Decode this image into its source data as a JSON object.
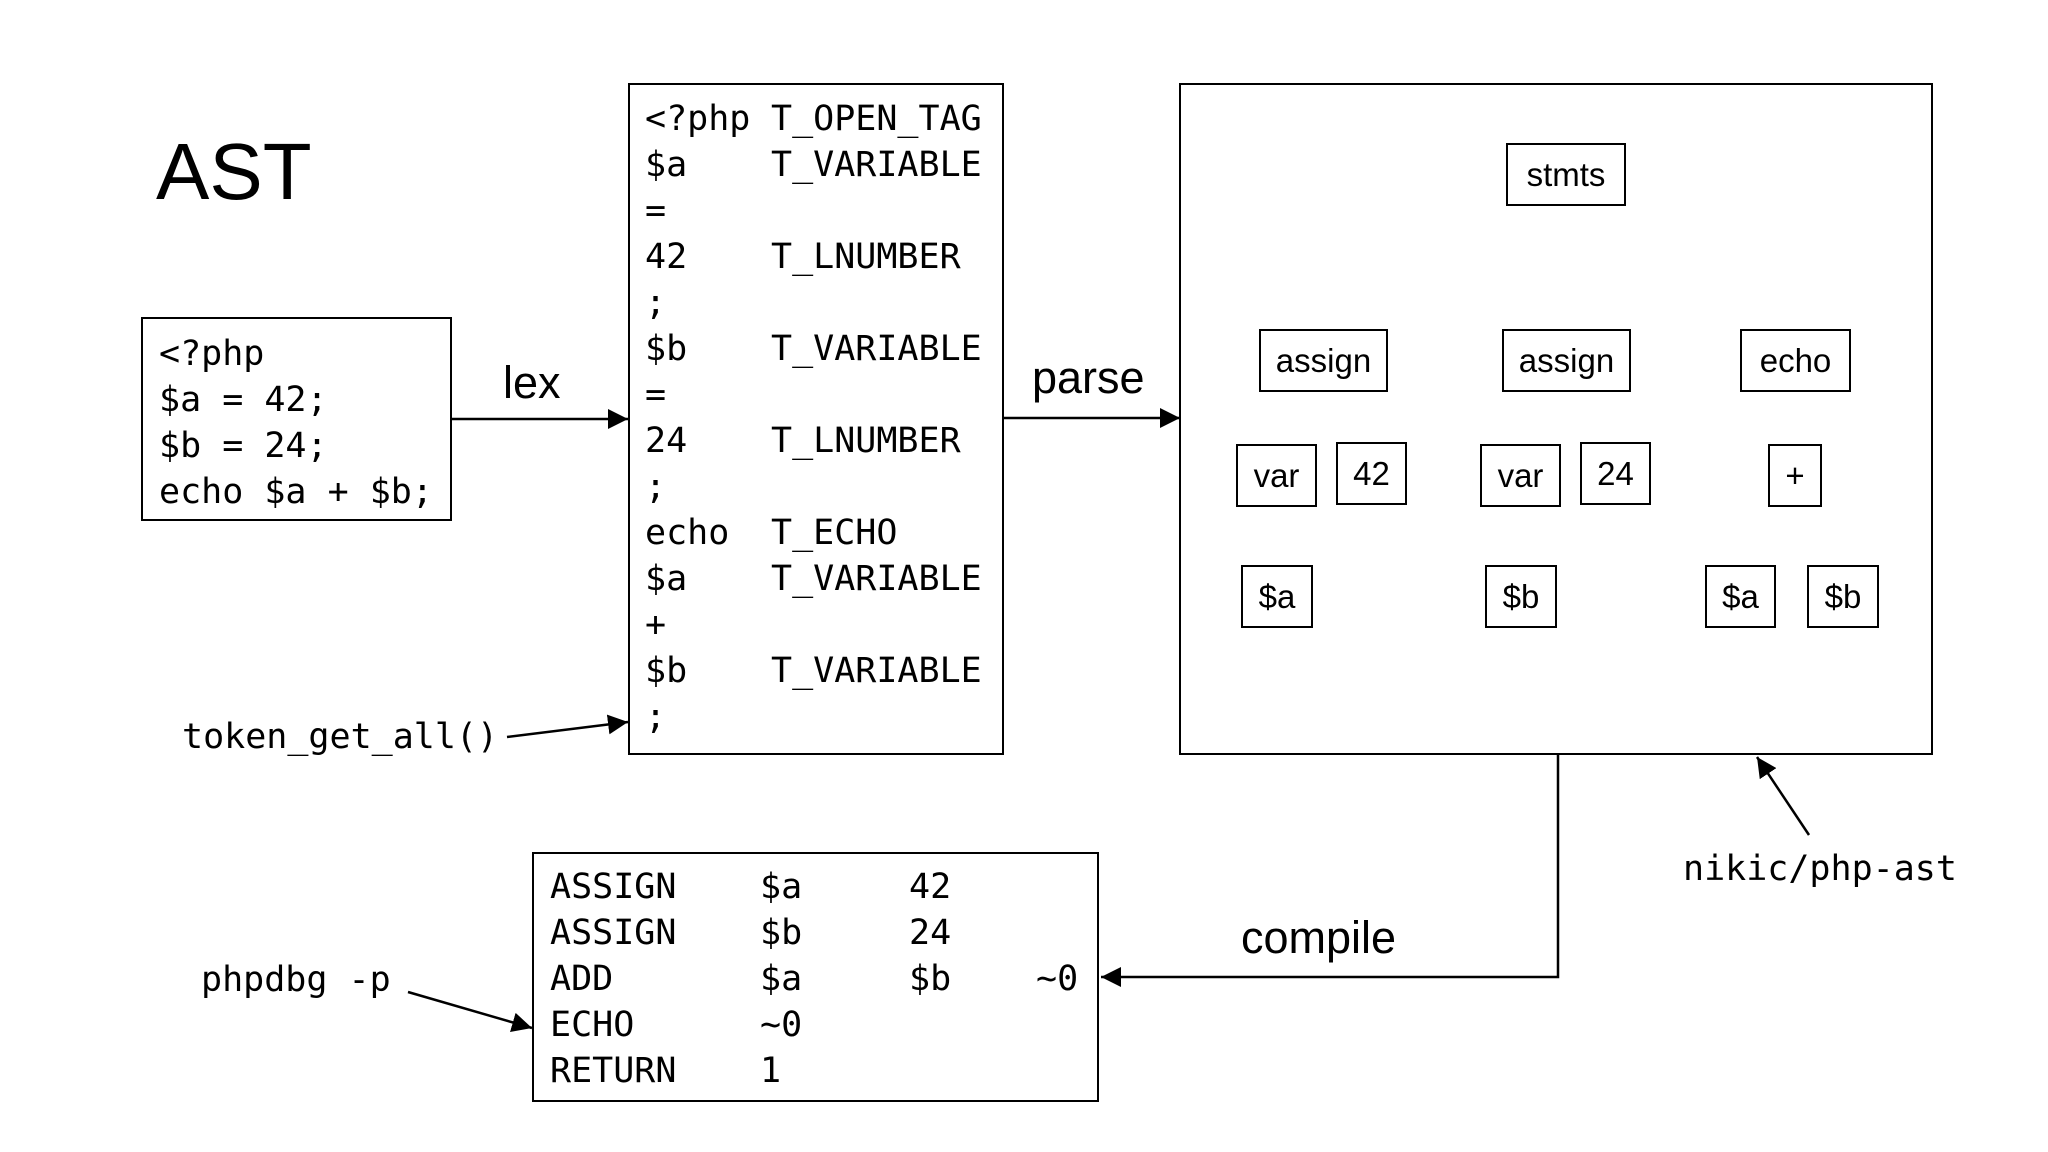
{
  "title": "AST",
  "source_code": {
    "lines": [
      "<?php",
      "$a = 42;",
      "$b = 24;",
      "echo $a + $b;"
    ]
  },
  "edges": {
    "lex": "lex",
    "parse": "parse",
    "compile": "compile"
  },
  "tokens": {
    "rows": [
      {
        "text": "<?php",
        "token": "T_OPEN_TAG"
      },
      {
        "text": "$a",
        "token": "T_VARIABLE"
      },
      {
        "text": "=",
        "token": ""
      },
      {
        "text": "42",
        "token": "T_LNUMBER"
      },
      {
        "text": ";",
        "token": ""
      },
      {
        "text": "$b",
        "token": "T_VARIABLE"
      },
      {
        "text": "=",
        "token": ""
      },
      {
        "text": "24",
        "token": "T_LNUMBER"
      },
      {
        "text": ";",
        "token": ""
      },
      {
        "text": "echo",
        "token": "T_ECHO"
      },
      {
        "text": "$a",
        "token": "T_VARIABLE"
      },
      {
        "text": "+",
        "token": ""
      },
      {
        "text": "$b",
        "token": "T_VARIABLE"
      },
      {
        "text": ";",
        "token": ""
      }
    ]
  },
  "ast": {
    "root": "stmts",
    "assign1": "assign",
    "assign2": "assign",
    "echo": "echo",
    "var1": "var",
    "num1": "42",
    "var2": "var",
    "num2": "24",
    "plus": "+",
    "leaf_a1": "$a",
    "leaf_b1": "$b",
    "leaf_a2": "$a",
    "leaf_b2": "$b"
  },
  "opcodes": {
    "rows": [
      {
        "op": "ASSIGN",
        "arg1": "$a",
        "arg2": "42",
        "result": ""
      },
      {
        "op": "ASSIGN",
        "arg1": "$b",
        "arg2": "24",
        "result": ""
      },
      {
        "op": "ADD",
        "arg1": "$a",
        "arg2": "$b",
        "result": "~0"
      },
      {
        "op": "ECHO",
        "arg1": "~0",
        "arg2": "",
        "result": ""
      },
      {
        "op": "RETURN",
        "arg1": "1",
        "arg2": "",
        "result": ""
      }
    ]
  },
  "annotations": {
    "token_get_all": "token_get_all()",
    "php_ast": "nikic/php-ast",
    "phpdbg": "phpdbg -p"
  }
}
